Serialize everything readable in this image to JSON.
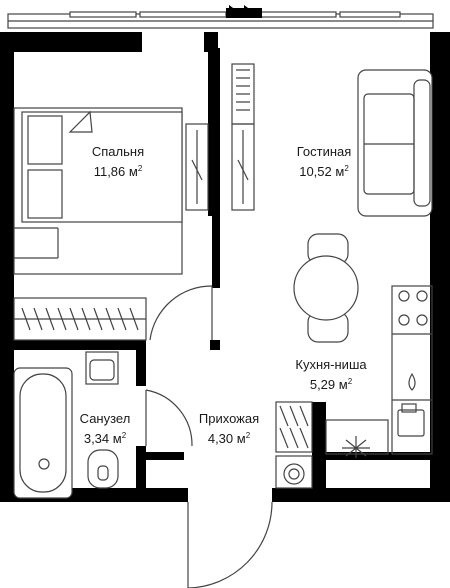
{
  "plan": {
    "rooms": [
      {
        "id": "bedroom",
        "name": "Спальня",
        "area": "11,86 м",
        "unit_sup": "2"
      },
      {
        "id": "living",
        "name": "Гостиная",
        "area": "10,52 м",
        "unit_sup": "2"
      },
      {
        "id": "kitchen",
        "name": "Кухня-ниша",
        "area": "5,29 м",
        "unit_sup": "2"
      },
      {
        "id": "bathroom",
        "name": "Санузел",
        "area": "3,34 м",
        "unit_sup": "2"
      },
      {
        "id": "hallway",
        "name": "Прихожая",
        "area": "4,30 м",
        "unit_sup": "2"
      }
    ],
    "colors": {
      "wall": "#000000",
      "line": "#444444",
      "fill": "#ffffff"
    }
  }
}
